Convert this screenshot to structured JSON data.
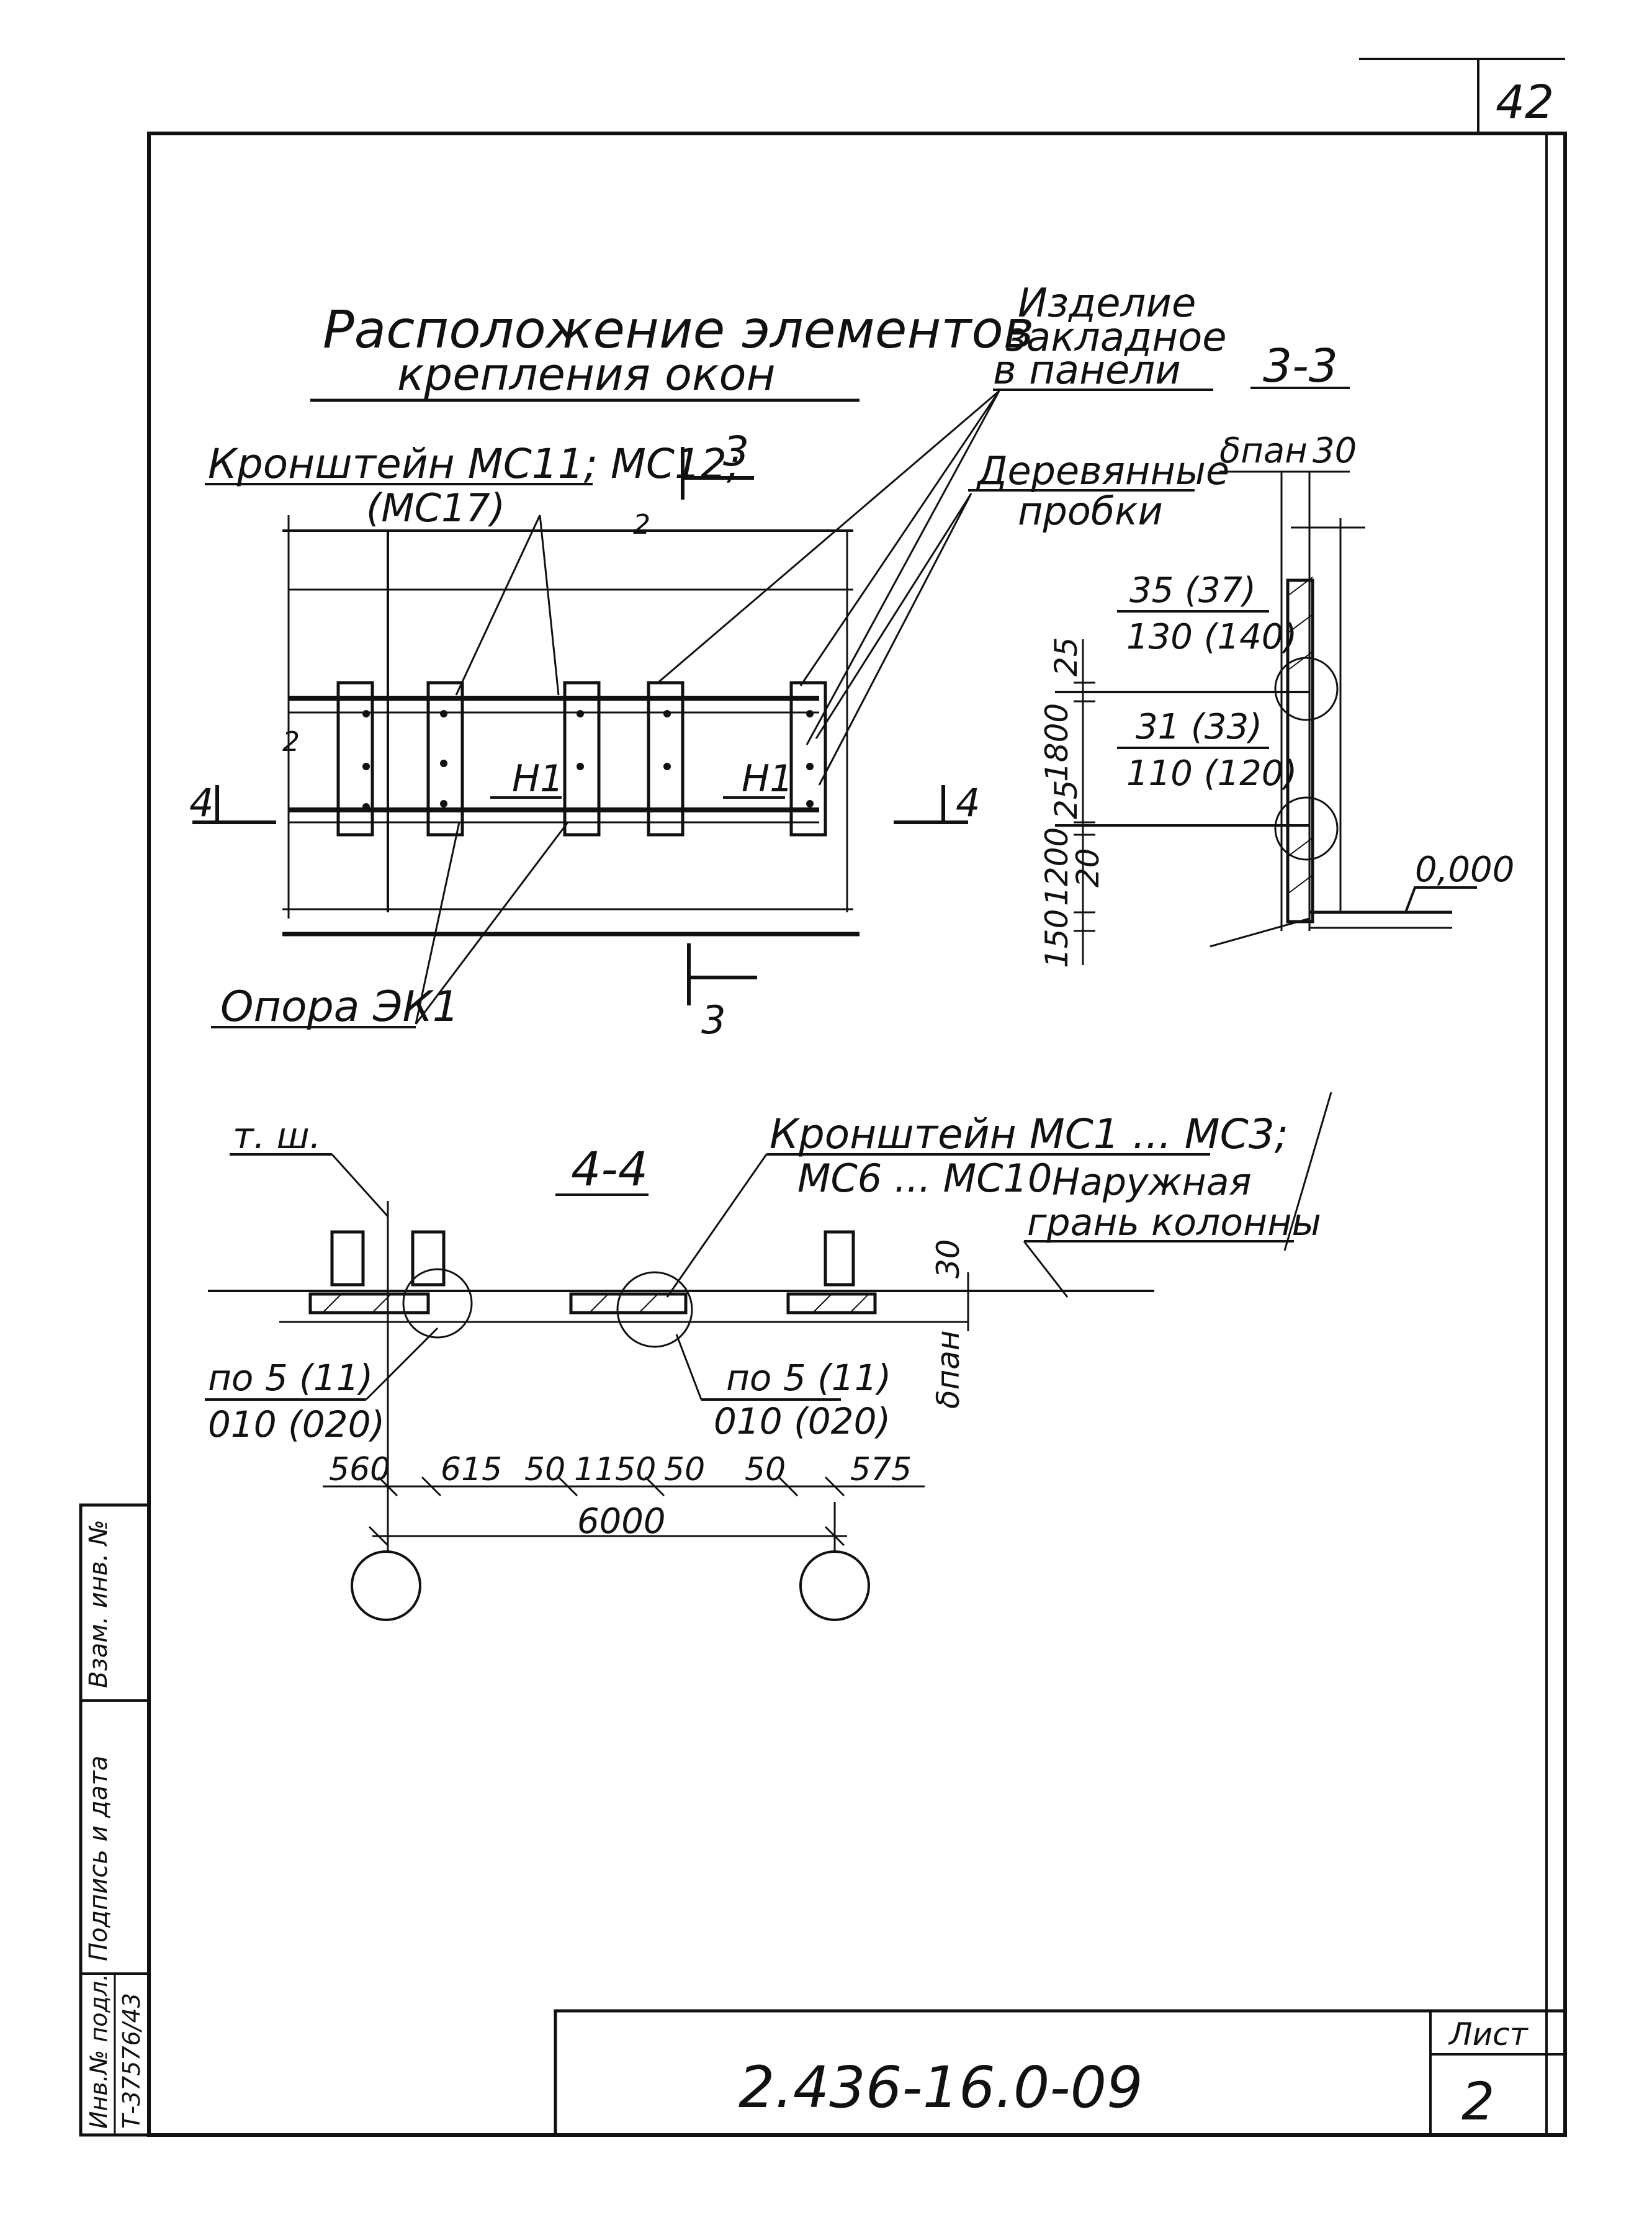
{
  "sheet": {
    "page_number": "42",
    "document_code": "2.436-16.0-09",
    "sheet_label": "Лист",
    "sheet_number": "2",
    "stamp_inventory": "Инв.№ подл.",
    "stamp_signature": "Подпись и дата",
    "stamp_replace": "Взам. инв. №",
    "stamp_inv_value": "Т-37576/43"
  },
  "plan": {
    "title_line1": "Расположение элементов",
    "title_line2": "крепления окон",
    "label_brackets_line1": "Кронштейн МС11; МС12;",
    "label_brackets_line2": "(МС17)",
    "label_embedded_line1": "Изделие",
    "label_embedded_line2": "закладное",
    "label_embedded_line3": "в панели",
    "label_wood_line1": "Деревянные",
    "label_wood_line2": "пробки",
    "label_support": "Опора ЭК1",
    "label_h1": "Н1",
    "section_4": "4",
    "section_3": "3",
    "mark_2": "2",
    "mark_2b": "2"
  },
  "section33": {
    "title": "3-3",
    "label_thickness": "δпан",
    "dim_30": "30",
    "upper_top": "35 (37)",
    "upper_bottom": "130 (140)",
    "lower_top": "31 (33)",
    "lower_bottom": "110 (120)",
    "dims_vertical": [
      "25",
      "1800",
      "25",
      "1200",
      "20",
      "150"
    ],
    "level": "0,000"
  },
  "section44": {
    "title": "4-4",
    "label_tsh": "т. ш.",
    "label_bracket_line1": "Кронштейн МС1 ... МС3;",
    "label_bracket_line2": "МС6 ... МС10",
    "label_outer_line1": "Наружная",
    "label_outer_line2": "грань колонны",
    "dim_30": "30",
    "label_thickness": "δпан",
    "left_callout_top": "по 5 (11)",
    "left_callout_bottom": "010 (020)",
    "right_callout_top": "по 5 (11)",
    "right_callout_bottom": "010 (020)",
    "dims": [
      "560",
      "615",
      "50",
      "1150",
      "50",
      "50",
      "575"
    ],
    "dim_total": "6000"
  }
}
